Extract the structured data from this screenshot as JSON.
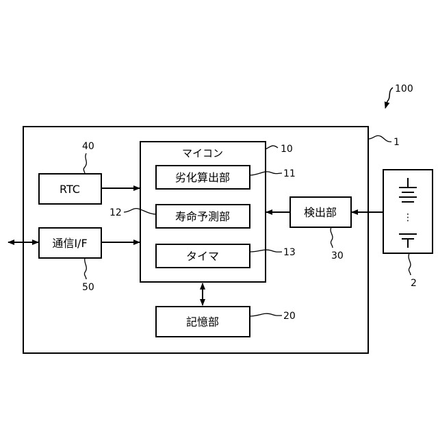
{
  "diagram": {
    "ref_system": "100",
    "ref_device": "1",
    "ref_battery": "2",
    "mcu": {
      "title": "マイコン",
      "ref": "10"
    },
    "deterioration_calc": {
      "label": "劣化算出部",
      "ref": "11"
    },
    "life_prediction": {
      "label": "寿命予測部",
      "ref": "12"
    },
    "timer": {
      "label": "タイマ",
      "ref": "13"
    },
    "memory": {
      "label": "記憶部",
      "ref": "20"
    },
    "detector": {
      "label": "検出部",
      "ref": "30"
    },
    "rtc": {
      "label": "RTC",
      "ref": "40"
    },
    "comm_if": {
      "label": "通信I/F",
      "ref": "50"
    },
    "battery_ellipsis": "⋮"
  }
}
